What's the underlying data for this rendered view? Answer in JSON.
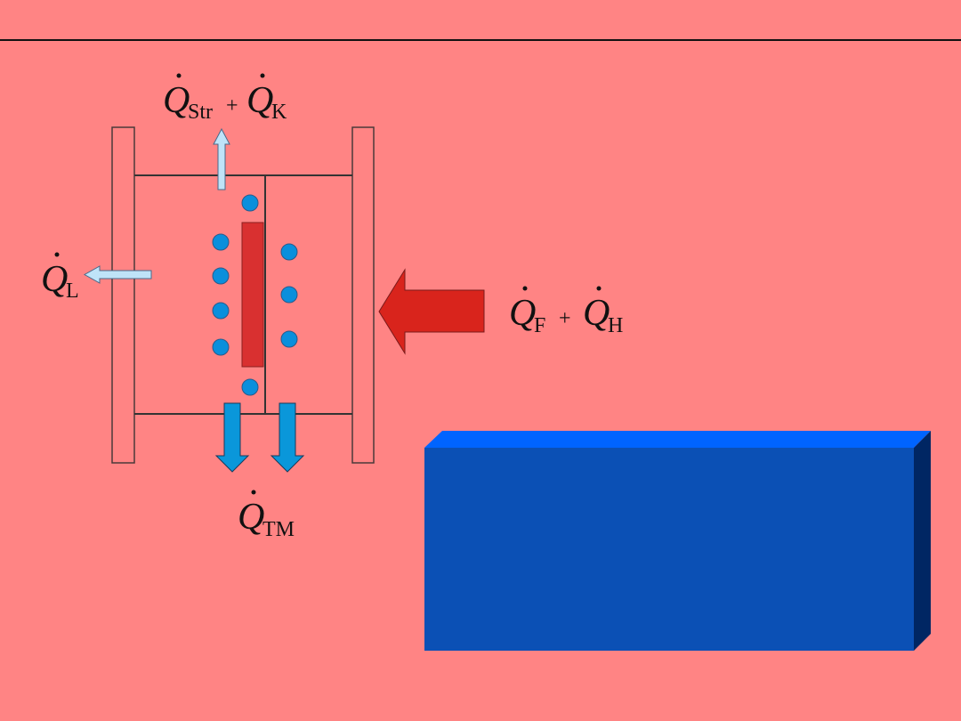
{
  "colors": {
    "background": "#FF8484",
    "dot": "#0A8FDC",
    "plate": "#D93030",
    "big_arrow": "#D9241C",
    "light_arrow": "#BFE3F8",
    "down_arrow": "#0A97DA",
    "box_front": "#0B50B5",
    "box_top": "#0064FF",
    "box_side": "#002663"
  },
  "labels": {
    "symbol": "Q",
    "plus": "+",
    "str": "Str",
    "k": "K",
    "l": "L",
    "f": "F",
    "h": "H",
    "tm": "TM"
  }
}
